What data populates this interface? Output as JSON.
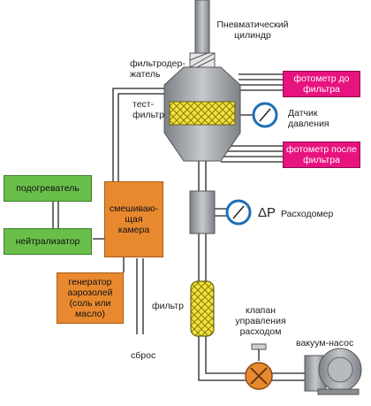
{
  "labels": {
    "pneumatic_cylinder": "Пневматический цилиндр",
    "filter_holder": "фильтродер-жатель",
    "test_filter": "тест-фильтр",
    "pressure_sensor": "Датчик давления",
    "delta_p": "ΔP",
    "flow_meter": "Расходомер",
    "filter": "фильтр",
    "flow_valve": "клапан управления расходом",
    "vacuum_pump": "вакуум-насос",
    "discharge": "сброс"
  },
  "boxes": {
    "heater": "подогреватель",
    "neutralizer": "нейтрализатор",
    "mixing_chamber": "смешиваю-щая камера",
    "aerosol_generator": "генератор аэрозолей (соль или масло)",
    "photometer_before": "фотометр до фильтра",
    "photometer_after": "фотометр после фильтра"
  },
  "colors": {
    "green_box": "#6abf4b",
    "orange_box": "#e8892f",
    "magenta_box": "#e7137f",
    "housing_gray": "#9a9ea3",
    "filter_yellow": "#f2e23a",
    "gauge_blue": "#1f6fb4",
    "valve_orange": "#e8892f",
    "pipe": "#222222"
  },
  "icons": [
    "gauge-icon",
    "valve-icon",
    "vacuum-pump-icon",
    "pneumatic-cylinder-icon"
  ]
}
